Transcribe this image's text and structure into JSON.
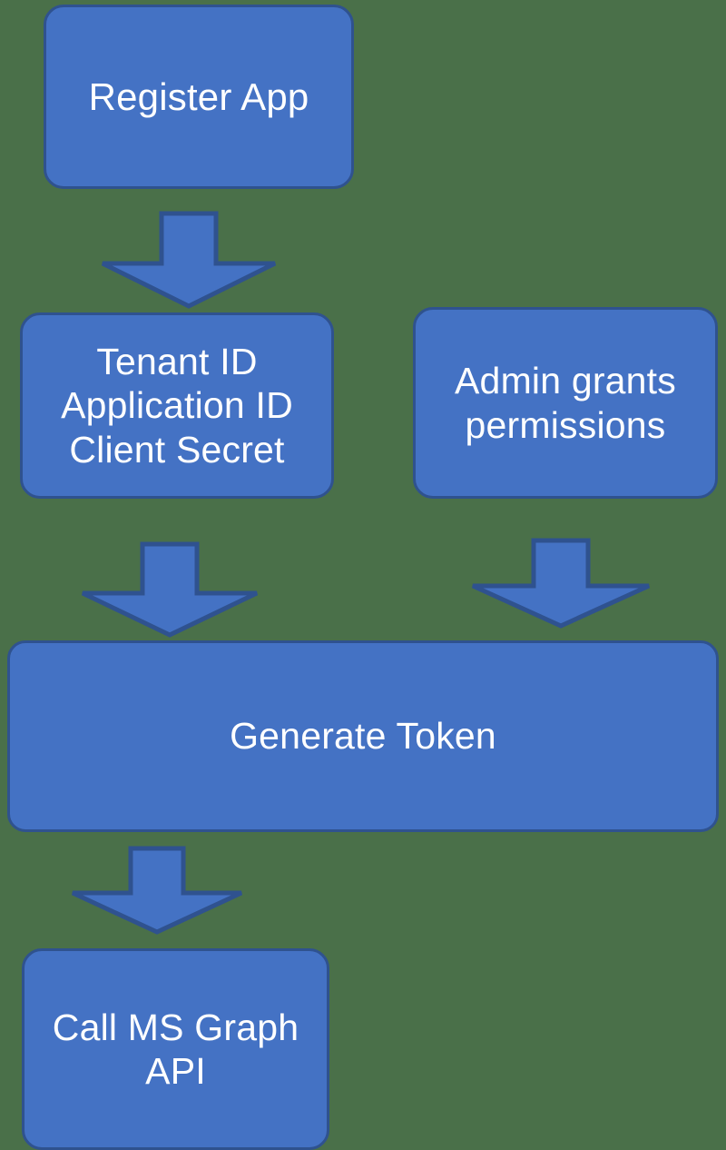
{
  "diagram": {
    "type": "flowchart",
    "title": "Microsoft Graph API app registration and token flow",
    "background_color": "#4a7049",
    "node_fill_color": "#4472c4",
    "node_border_color": "#2f528f",
    "node_text_color": "#ffffff",
    "nodes": [
      {
        "id": "register-app",
        "label": "Register App",
        "shape": "rounded-rectangle"
      },
      {
        "id": "credentials",
        "label": "Tenant ID\nApplication ID\nClient Secret",
        "lines": [
          "Tenant ID",
          "Application ID",
          "Client Secret"
        ],
        "shape": "rounded-rectangle"
      },
      {
        "id": "admin-permissions",
        "label": "Admin grants\npermissions",
        "lines": [
          "Admin grants",
          "permissions"
        ],
        "shape": "rounded-rectangle"
      },
      {
        "id": "generate-token",
        "label": "Generate Token",
        "shape": "rounded-rectangle"
      },
      {
        "id": "call-graph",
        "label": "Call MS Graph\nAPI",
        "lines": [
          "Call MS Graph",
          "API"
        ],
        "shape": "rounded-rectangle"
      }
    ],
    "connectors": [
      {
        "id": "register-to-credentials",
        "from": "register-app",
        "to": "credentials",
        "direction": "down",
        "icon": "down-arrow-icon"
      },
      {
        "id": "credentials-to-token",
        "from": "credentials",
        "to": "generate-token",
        "direction": "down",
        "icon": "down-arrow-icon"
      },
      {
        "id": "admin-to-token",
        "from": "admin-permissions",
        "to": "generate-token",
        "direction": "down",
        "icon": "down-arrow-icon"
      },
      {
        "id": "token-to-graph",
        "from": "generate-token",
        "to": "call-graph",
        "direction": "down",
        "icon": "down-arrow-icon"
      }
    ]
  }
}
